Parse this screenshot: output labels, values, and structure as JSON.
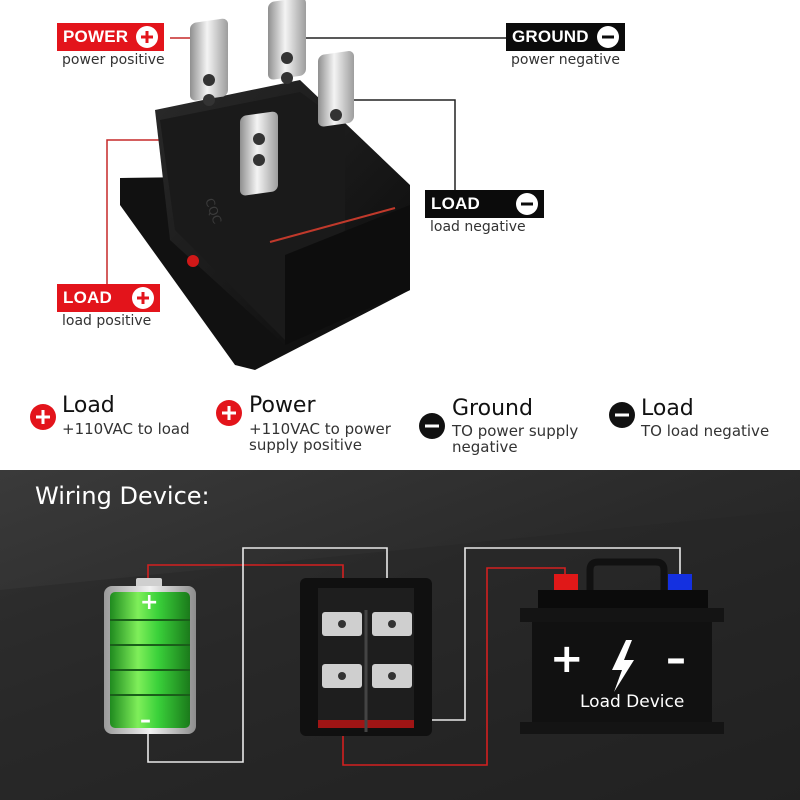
{
  "callouts": {
    "power": {
      "label": "POWER",
      "sub": "power positive"
    },
    "ground": {
      "label": "GROUND",
      "sub": "power negative"
    },
    "load_neg": {
      "label": "LOAD",
      "sub": "load negative"
    },
    "load_pos": {
      "label": "LOAD",
      "sub": "load positive"
    }
  },
  "legend": [
    {
      "title": "Load",
      "text": "+110VAC to load"
    },
    {
      "title": "Power",
      "text1": "+110VAC to power",
      "text2": "supply positive"
    },
    {
      "title": "Ground",
      "text1": "TO power supply",
      "text2": "negative"
    },
    {
      "title": "Load",
      "text": "TO load negative"
    }
  ],
  "wiring": {
    "title": "Wiring Device:",
    "battery_plus": "+",
    "battery_minus": "–",
    "load_device_label": "Load Device",
    "load_plus": "+",
    "load_minus": "–"
  },
  "switch_marking": "CQC",
  "colors": {
    "red": "#e3141b",
    "black": "#0b0b0b",
    "battery_green": "#3ad13a"
  }
}
